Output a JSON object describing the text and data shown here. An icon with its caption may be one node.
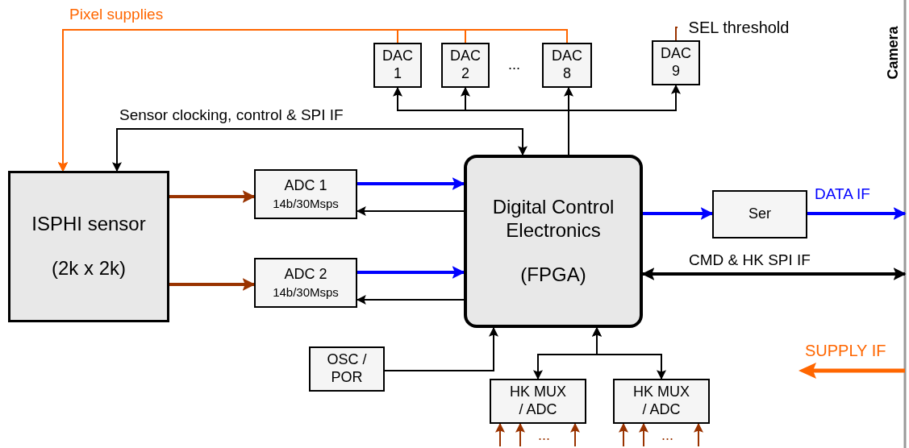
{
  "diagram": {
    "nodes": [
      {
        "text": [
          "ISPHI sensor",
          "(2k x 2k)"
        ]
      },
      {
        "text": [
          "ADC 1",
          "14b/30Msps"
        ]
      },
      {
        "text": [
          "ADC 2",
          "14b/30Msps"
        ]
      },
      {
        "text": [
          "Digital Control Electronics",
          "(FPGA)"
        ]
      },
      {
        "text": [
          "DAC 1"
        ]
      },
      {
        "text": [
          "DAC 2"
        ]
      },
      {
        "text": [
          "DAC 8"
        ]
      },
      {
        "text": [
          "DAC 9"
        ]
      },
      {
        "text": [
          "Ser"
        ]
      },
      {
        "text": [
          "OSC / POR"
        ]
      },
      {
        "text": [
          "HK MUX / ADC"
        ]
      },
      {
        "text": [
          "HK MUX / ADC"
        ]
      },
      {
        "text": [
          "SEL threshold"
        ]
      }
    ],
    "edges": [
      {
        "from": 4,
        "to": 0,
        "arrow": "to",
        "color": "#ff6600",
        "label": "Pixel supplies"
      },
      {
        "from": 5,
        "to": 0,
        "arrow": "to",
        "color": "#ff6600"
      },
      {
        "from": 6,
        "to": 0,
        "arrow": "to",
        "color": "#ff6600"
      },
      {
        "from": 3,
        "to": 0,
        "arrow": "both",
        "label": "Sensor clocking, control & SPI IF"
      },
      {
        "from": 3,
        "to": 4,
        "arrow": "to"
      },
      {
        "from": 3,
        "to": 5,
        "arrow": "to"
      },
      {
        "from": 3,
        "to": 6,
        "arrow": "to"
      },
      {
        "from": 3,
        "to": 7,
        "arrow": "to"
      },
      {
        "from": 0,
        "to": 1,
        "arrow": "to",
        "style": "thick",
        "color": "#993300"
      },
      {
        "from": 0,
        "to": 2,
        "arrow": "to",
        "style": "thick",
        "color": "#993300"
      },
      {
        "from": 1,
        "to": 3,
        "arrow": "to",
        "style": "thick",
        "color": "#0000ff"
      },
      {
        "from": 3,
        "to": 1,
        "arrow": "to"
      },
      {
        "from": 2,
        "to": 3,
        "arrow": "to",
        "style": "thick",
        "color": "#0000ff"
      },
      {
        "from": 3,
        "to": 2,
        "arrow": "to"
      },
      {
        "from": 3,
        "to": 8,
        "arrow": "to",
        "style": "thick",
        "color": "#0000ff"
      },
      {
        "from": 8,
        "to": null,
        "arrow": "to",
        "style": "thick",
        "color": "#0000ff",
        "label": "DATA IF"
      },
      {
        "from": 3,
        "to": null,
        "arrow": "both",
        "style": "thick",
        "label": "CMD & HK SPI IF"
      },
      {
        "from": 9,
        "to": 3,
        "arrow": "to"
      },
      {
        "from": 3,
        "to": 10,
        "arrow": "both"
      },
      {
        "from": 3,
        "to": 11,
        "arrow": "both"
      },
      {
        "from": null,
        "to": 10,
        "arrow": "to",
        "color": "#993300"
      },
      {
        "from": null,
        "to": 10,
        "arrow": "to",
        "color": "#993300"
      },
      {
        "from": null,
        "to": 10,
        "arrow": "to",
        "color": "#993300"
      },
      {
        "from": null,
        "to": 11,
        "arrow": "to",
        "color": "#993300"
      },
      {
        "from": null,
        "to": 11,
        "arrow": "to",
        "color": "#993300"
      },
      {
        "from": null,
        "to": 11,
        "arrow": "to",
        "color": "#993300"
      },
      {
        "from": 7,
        "to": 12,
        "arrow": "none",
        "color": "#993300"
      }
    ],
    "labels": [
      "Camera",
      "...",
      "SUPPLY IF",
      "...",
      "..."
    ]
  }
}
